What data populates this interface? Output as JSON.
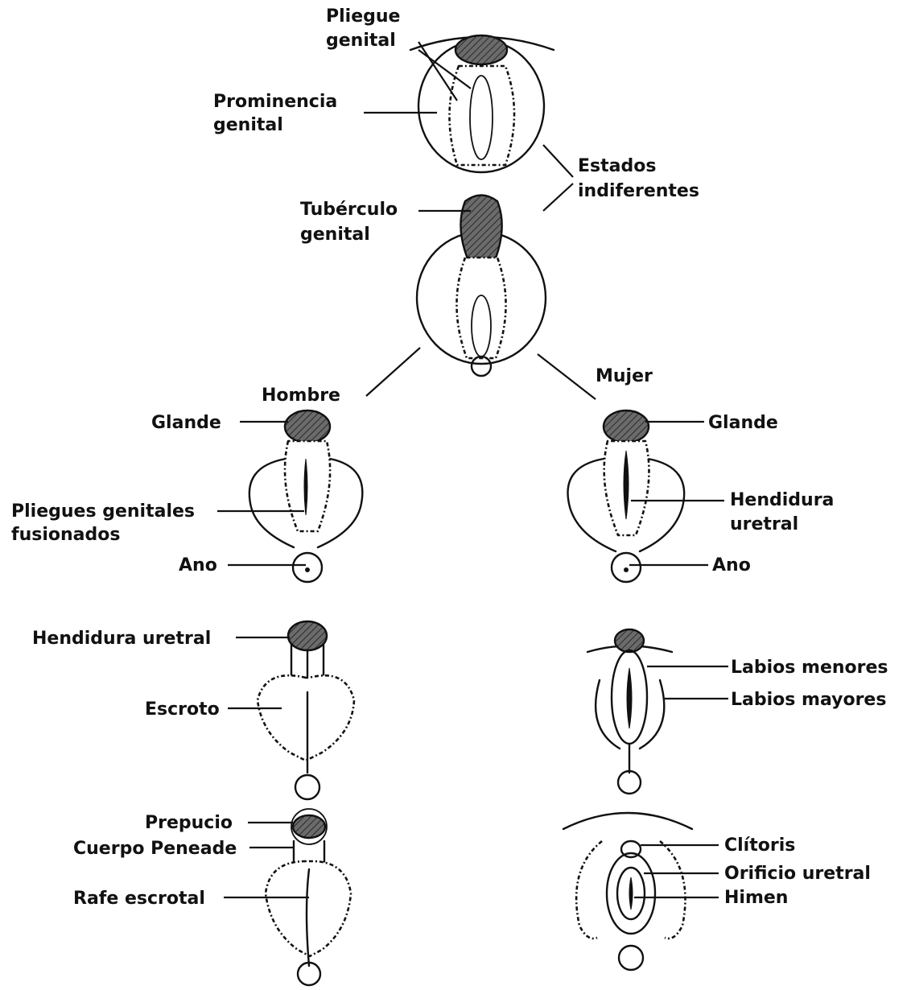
{
  "labels": {
    "pliegue_genital_1": "Pliegue",
    "pliegue_genital_2": "genital",
    "prominencia_1": "Prominencia",
    "prominencia_2": "genital",
    "estados_1": "Estados",
    "estados_2": "indiferentes",
    "tuberculo_1": "Tubérculo",
    "tuberculo_2": "genital",
    "hombre": "Hombre",
    "mujer": "Mujer",
    "glande_m": "Glande",
    "glande_f": "Glande",
    "pliegues_fus_1": "Pliegues genitales",
    "pliegues_fus_2": "fusionados",
    "ano_m": "Ano",
    "ano_f": "Ano",
    "hendidura_f_1": "Hendidura",
    "hendidura_f_2": "uretral",
    "hendidura_m": "Hendidura uretral",
    "escroto": "Escroto",
    "labios_menores": "Labios menores",
    "labios_mayores": "Labios mayores",
    "prepucio": "Prepucio",
    "cuerpo_peneade": "Cuerpo Peneade",
    "rafe_escrotal": "Rafe escrotal",
    "clitoris": "Clítoris",
    "orificio_uretral": "Orificio uretral",
    "himen": "Himen"
  },
  "colors": {
    "ink": "#111111",
    "hatch_fill": "#6b6b6b",
    "background": "#ffffff"
  }
}
